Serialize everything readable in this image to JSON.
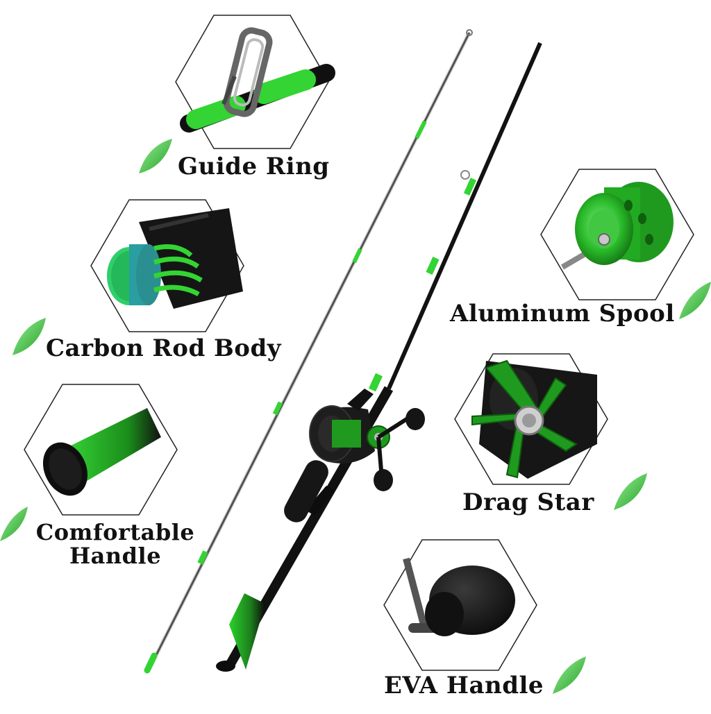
{
  "features": {
    "guide_ring": "Guide Ring",
    "carbon_rod_body": "Carbon Rod Body",
    "comfortable_handle_line1": "Comfortable",
    "comfortable_handle_line2": "Handle",
    "aluminum_spool": "Aluminum Spool",
    "drag_star": "Drag Star",
    "eva_handle": "EVA Handle"
  },
  "colors": {
    "accent_green": "#33d433",
    "dark_green": "#1a8f1a",
    "rod_black": "#121212",
    "tip_gray": "#5a5a5a"
  }
}
